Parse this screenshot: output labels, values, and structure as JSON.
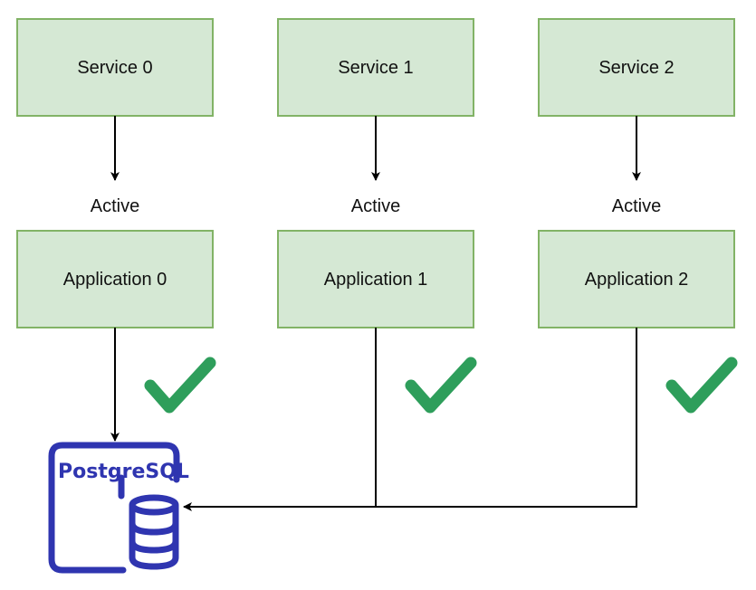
{
  "services": [
    {
      "label": "Service 0"
    },
    {
      "label": "Service 1"
    },
    {
      "label": "Service 2"
    }
  ],
  "edge_labels": [
    "Active",
    "Active",
    "Active"
  ],
  "applications": [
    {
      "label": "Application 0"
    },
    {
      "label": "Application 1"
    },
    {
      "label": "Application 2"
    }
  ],
  "database": {
    "label": "PostgreSQL"
  },
  "icons": {
    "check": "check-icon",
    "database": "database-icon"
  },
  "colors": {
    "node_fill": "#d5e8d4",
    "node_stroke": "#82b366",
    "check": "#2e9e5b",
    "postgres": "#2f35b0"
  }
}
